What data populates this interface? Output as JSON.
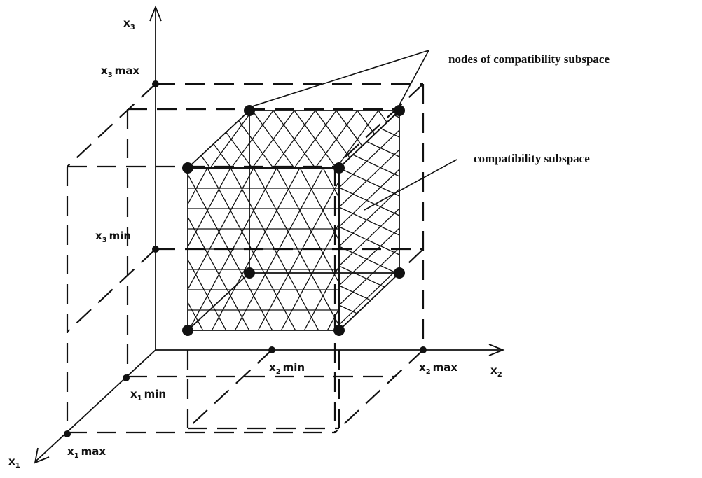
{
  "axes": {
    "x1": {
      "base": "x",
      "sub": "1"
    },
    "x2": {
      "base": "x",
      "sub": "2"
    },
    "x3": {
      "base": "x",
      "sub": "3"
    }
  },
  "ticks": {
    "x1_min": {
      "base": "x",
      "sub": "1",
      "suffix": "min"
    },
    "x1_max": {
      "base": "x",
      "sub": "1",
      "suffix": "max"
    },
    "x2_min": {
      "base": "x",
      "sub": "2",
      "suffix": "min"
    },
    "x2_max": {
      "base": "x",
      "sub": "2",
      "suffix": "max"
    },
    "x3_min": {
      "base": "x",
      "sub": "3",
      "suffix": "min"
    },
    "x3_max": {
      "base": "x",
      "sub": "3",
      "suffix": "max"
    }
  },
  "annotations": {
    "nodes": "nodes of compatibility subspace",
    "subspace": "compatibility subspace"
  }
}
